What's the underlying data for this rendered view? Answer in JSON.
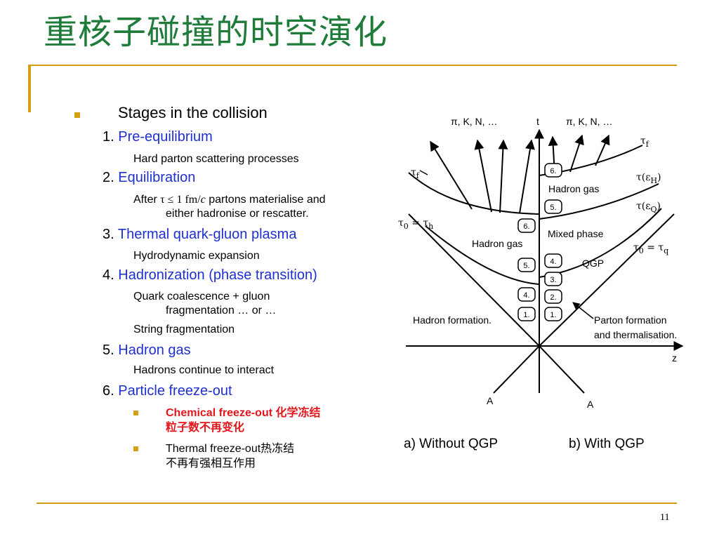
{
  "slide": {
    "title": "重核子碰撞的时空演化",
    "page_number": "11"
  },
  "bullets": {
    "main": "Stages in the collision",
    "stage1_num": "1. ",
    "stage1_name": "Pre-equilibrium",
    "stage1_detail": "Hard parton scattering processes",
    "stage2_num": "2. ",
    "stage2_name": "Equilibration",
    "stage2_detail_a": "After ",
    "stage2_detail_tau": "τ ≤ 1 fm/",
    "stage2_detail_c": "c",
    "stage2_detail_b": " partons materialise and",
    "stage2_detail_line2": "either hadronise or rescatter.",
    "stage3_num": "3. ",
    "stage3_name": "Thermal quark-gluon plasma",
    "stage3_detail": "Hydrodynamic expansion",
    "stage4_num": "4. ",
    "stage4_name": "Hadronization (phase transition)",
    "stage4_detail_line1": "Quark coalescence + gluon",
    "stage4_detail_line2": "fragmentation … or …",
    "stage4_detail2": "String fragmentation",
    "stage5_num": "5. ",
    "stage5_name": "Hadron gas",
    "stage5_detail": "Hadrons continue to interact",
    "stage6_num": "6. ",
    "stage6_name": "Particle freeze-out",
    "sub1_line1": "Chemical freeze-out 化学冻结",
    "sub1_line2": "粒子数不再变化",
    "sub2_line1": "Thermal freeze-out热冻结",
    "sub2_line2": "不再有强相互作用"
  },
  "diagram": {
    "t_axis": "t",
    "z_axis": "z",
    "particles_left": "π, K, N, …",
    "particles_right": "π, K, N, …",
    "tau_f": "τ",
    "tau_f_sub": "f",
    "tau0_left": "τ",
    "tau0_left_sub": "0",
    "tau0_left_eq": " = τ",
    "tau0_left_sub2": "h",
    "tau0_right": "τ",
    "tau0_right_sub": "0",
    "tau0_right_eq": " = τ",
    "tau0_right_sub2": "q",
    "tau_eH": "τ(ε",
    "tau_eH_sub": "H",
    "tau_eQ": "τ(ε",
    "tau_eQ_sub": "Q",
    "close_paren": ")",
    "hadron_gas_left": "Hadron gas",
    "hadron_gas_right": "Hadron gas",
    "mixed_phase": "Mixed phase",
    "qgp": "QGP",
    "hadron_formation": "Hadron formation.",
    "parton_formation_1": "Parton formation",
    "parton_formation_2": "and thermalisation.",
    "nucleus_left": "A",
    "nucleus_right": "A",
    "caption_a": "a) Without QGP",
    "caption_b": "b) With QGP",
    "stage_labels_left": [
      "6.",
      "5.",
      "4.",
      "1."
    ],
    "stage_labels_right": [
      "6.",
      "5.",
      "4.",
      "3.",
      "2.",
      "1."
    ]
  },
  "colors": {
    "title": "#1e7b3a",
    "accent": "#d4a017",
    "stage_name": "#1f2fd0",
    "highlight": "#e4161b"
  }
}
